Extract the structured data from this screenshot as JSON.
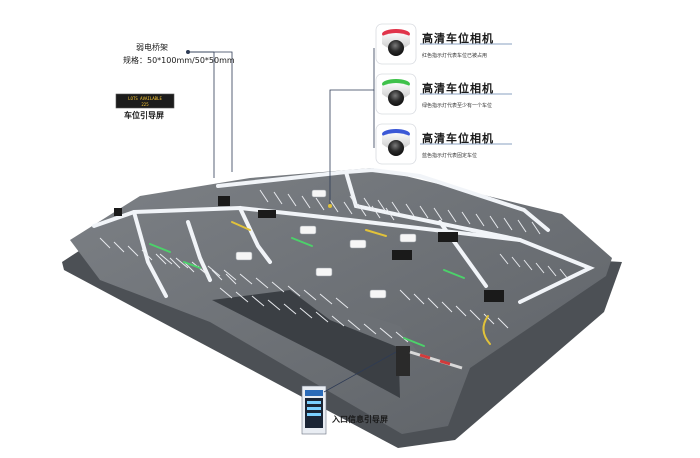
{
  "labels": {
    "cable_tray_title": "弱电桥架",
    "cable_tray_spec": "规格：50*100mm/50*50mm",
    "space_guidance_screen": "车位引导屏",
    "entrance_guidance_screen": "入口信息引导屏"
  },
  "guidance_screen_text": {
    "line1": "LOTS AVAILABLE",
    "line2": "225"
  },
  "cameras": [
    {
      "title": "高清车位相机",
      "indicator": "red",
      "color": "#e0344a",
      "description": "红色指示灯代表车位已被占用"
    },
    {
      "title": "高清车位相机",
      "indicator": "green",
      "color": "#3ec14a",
      "description": "绿色指示灯代表至少有一个车位"
    },
    {
      "title": "高清车位相机",
      "indicator": "blue",
      "color": "#3b58d6",
      "description": "蓝色指示灯代表固定车位"
    }
  ]
}
